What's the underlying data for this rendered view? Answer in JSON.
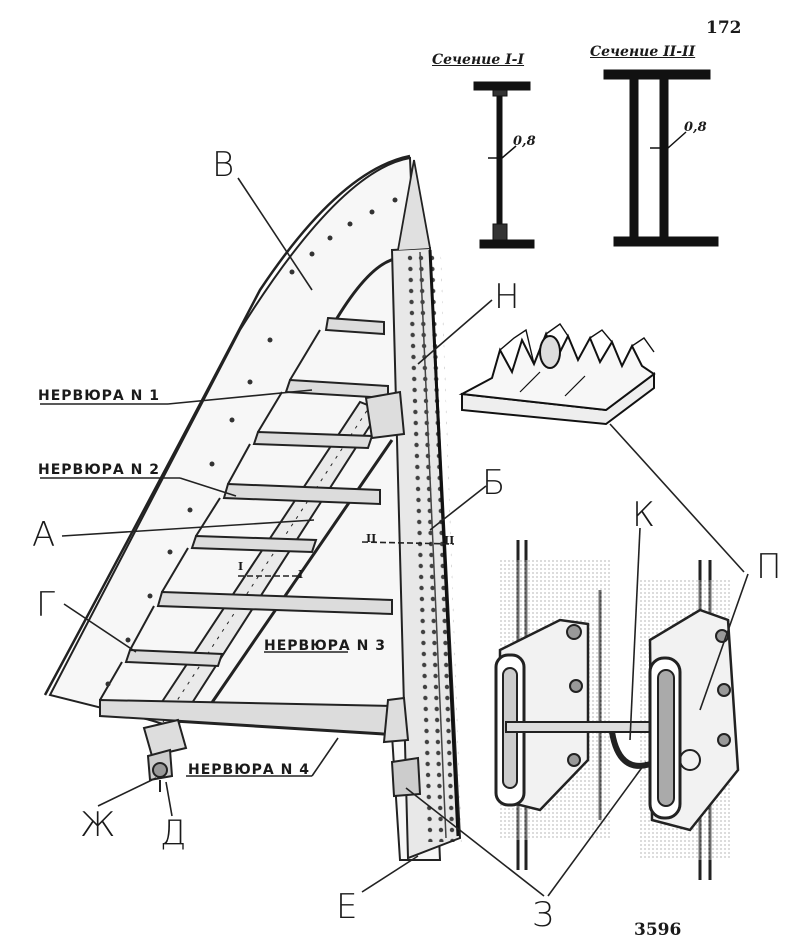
{
  "page_number": "172",
  "footer_code": "3596",
  "sections": {
    "one": {
      "title": "Сечение I-I",
      "thickness": "0,8"
    },
    "two": {
      "title": "Сечение II-II",
      "thickness": "0,8"
    }
  },
  "rib_labels": {
    "n1": "НЕРВЮРА N 1",
    "n2": "НЕРВЮРА N 2",
    "n3": "НЕРВЮРА N 3",
    "n4": "НЕРВЮРА N 4"
  },
  "part_letters": {
    "v": "В",
    "n": "Н",
    "b": "Б",
    "a": "А",
    "g": "Г",
    "zh": "Ж",
    "d": "Д",
    "e": "Е",
    "z": "З",
    "k": "К",
    "p": "П"
  },
  "section_marks": {
    "i_left": "I",
    "i_right": "I",
    "ii_left": "II",
    "ii_right": "II"
  }
}
